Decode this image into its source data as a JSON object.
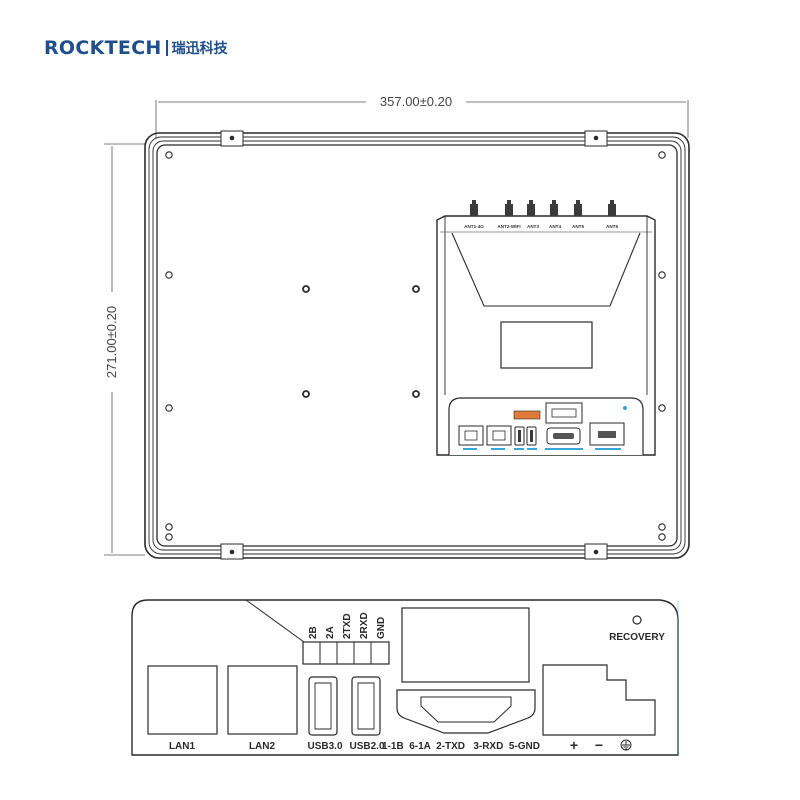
{
  "brand": {
    "name_en": "ROCKTECH",
    "name_cn": "瑞迅科技",
    "color": "#1f4e8c"
  },
  "dimensions": {
    "width": "357.00±0.20",
    "height": "271.00±0.20"
  },
  "antenna_labels": [
    "ANT1-4G",
    "ANT2-WIFI",
    "ANT3",
    "ANT4",
    "ANT5",
    "ANT6"
  ],
  "io_panel": {
    "terminal_labels": [
      "2B",
      "2A",
      "2TXD",
      "2RXD",
      "GND"
    ],
    "port_labels": {
      "lan1": "LAN1",
      "lan2": "LAN2",
      "usb3": "USB3.0",
      "usb2": "USB2.0",
      "serial": "1-1B  6-1A  2-TXD   3-RXD  5-GND",
      "recovery": "RECOVERY",
      "power_plus": "+",
      "power_minus": "−"
    }
  },
  "colors": {
    "line": "#2a2a2a",
    "dim_line": "#555555",
    "accent_port": "#3aa6d8"
  }
}
